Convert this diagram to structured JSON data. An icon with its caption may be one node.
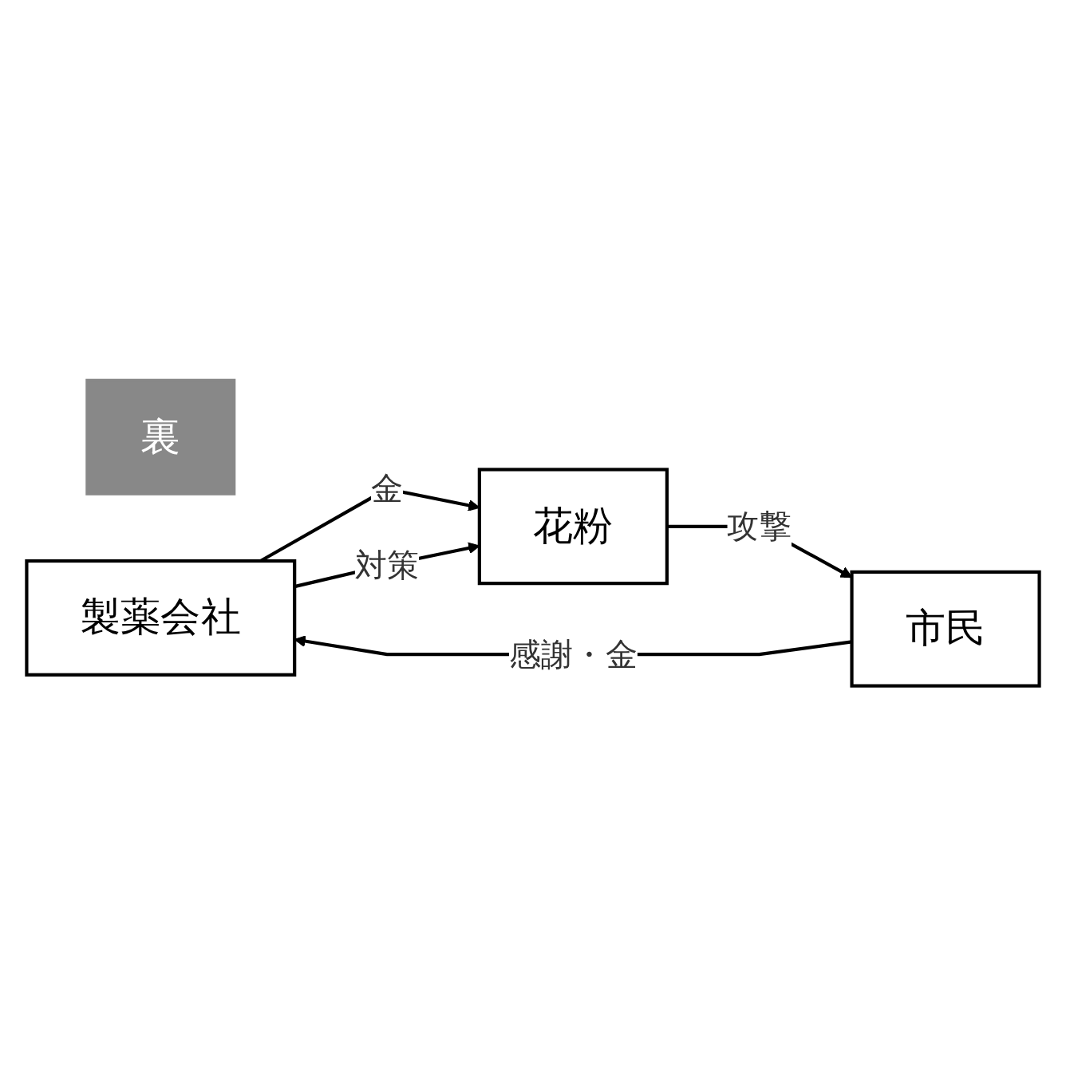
{
  "diagram": {
    "nodes": [
      {
        "text": [
          "裏"
        ]
      },
      {
        "text": [
          "製薬会社"
        ]
      },
      {
        "text": [
          "花粉"
        ]
      },
      {
        "text": [
          "市民"
        ]
      }
    ],
    "edges": [
      {
        "from": 1,
        "to": 2,
        "arrow": "to",
        "label": "金"
      },
      {
        "from": 1,
        "to": 2,
        "arrow": "to",
        "label": "対策"
      },
      {
        "from": 2,
        "to": 3,
        "arrow": "to",
        "label": "攻撃"
      },
      {
        "from": 3,
        "to": 1,
        "arrow": "to",
        "label": "感謝・金"
      }
    ]
  }
}
